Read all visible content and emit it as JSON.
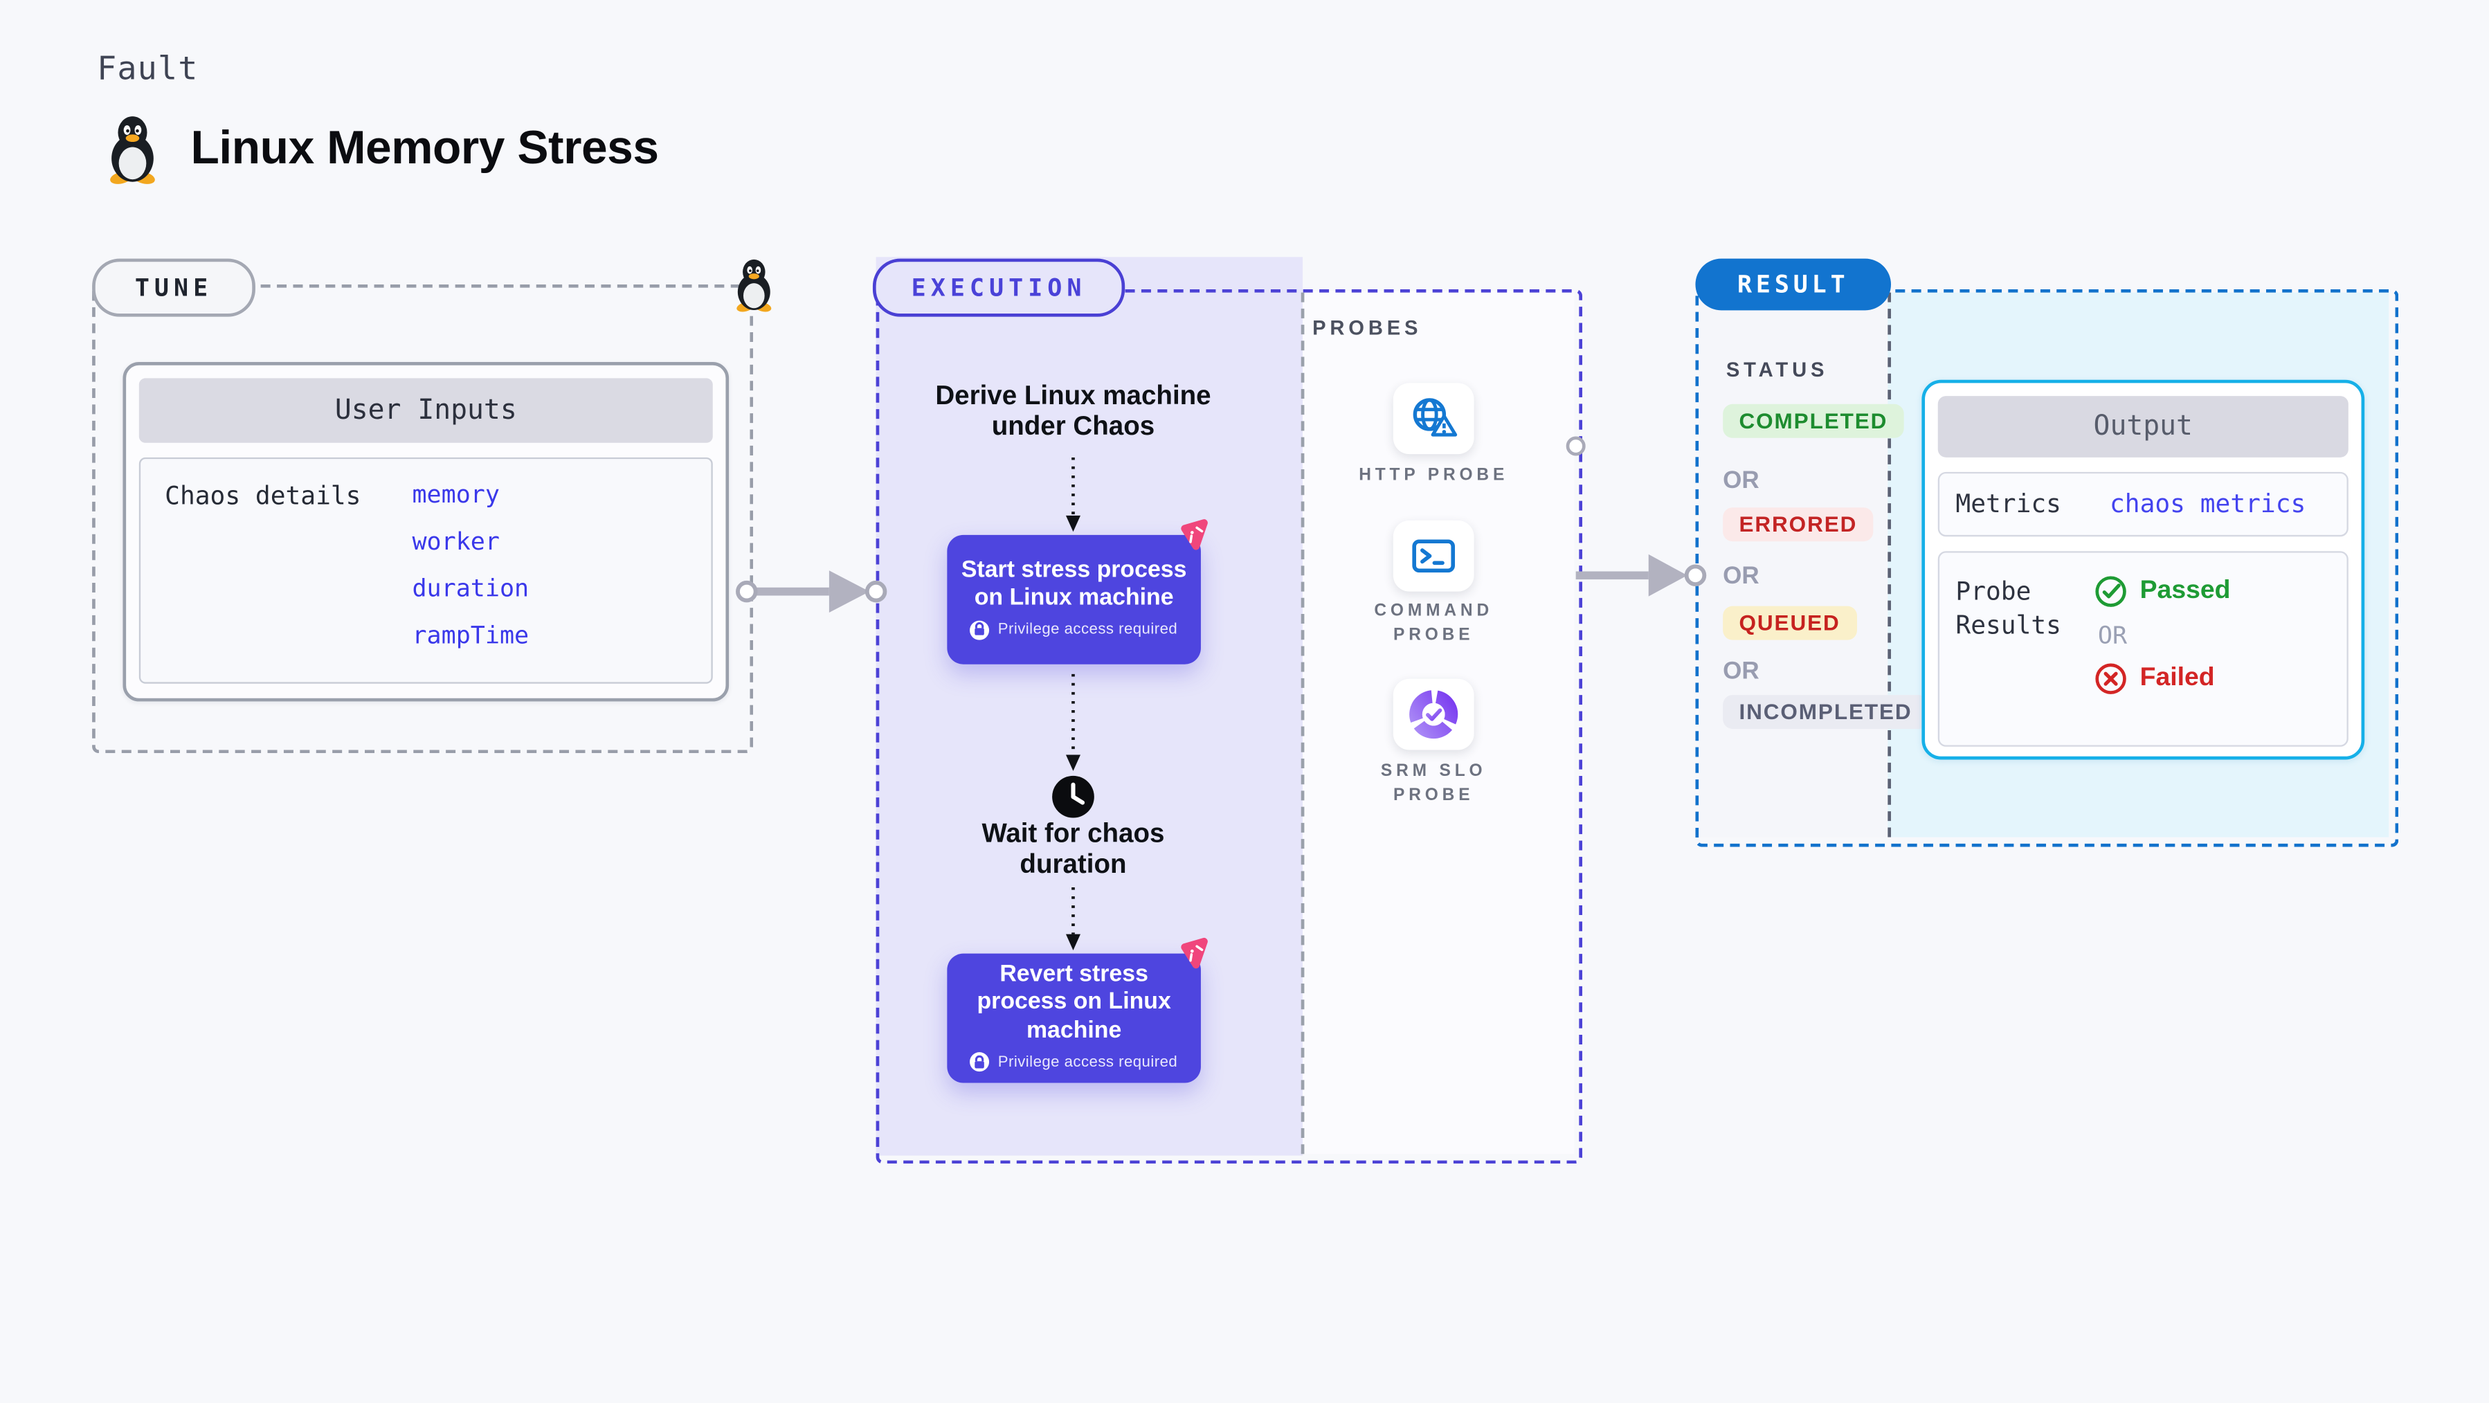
{
  "header": {
    "kicker": "Fault",
    "title": "Linux Memory Stress"
  },
  "tune": {
    "label": "TUNE",
    "card_title": "User Inputs",
    "row_label": "Chaos details",
    "values": [
      "memory",
      "worker",
      "duration",
      "rampTime"
    ]
  },
  "execution": {
    "label": "EXECUTION",
    "derive_text": "Derive Linux machine under Chaos",
    "start_text": "Start stress process on Linux machine",
    "wait_text": "Wait for chaos duration",
    "revert_text": "Revert stress process on Linux machine",
    "privilege_text": "Privilege access required"
  },
  "probes": {
    "label": "PROBES",
    "items": [
      {
        "label": "HTTP PROBE",
        "icon": "globe-warning-icon"
      },
      {
        "label": "COMMAND PROBE",
        "icon": "terminal-icon"
      },
      {
        "label": "SRM SLO PROBE",
        "icon": "srm-slo-donut-icon"
      }
    ]
  },
  "result": {
    "label": "RESULT",
    "status_heading": "STATUS",
    "or": "OR",
    "badges": [
      {
        "label": "COMPLETED",
        "bg": "#def3dc",
        "text": "#1d8c2f"
      },
      {
        "label": "ERRORED",
        "bg": "#fbe9e9",
        "text": "#c32424"
      },
      {
        "label": "QUEUED",
        "bg": "#faf0ca",
        "text": "#c6221f"
      },
      {
        "label": "INCOMPLETED",
        "bg": "#eaebf2",
        "text": "#5a5f75"
      }
    ]
  },
  "output": {
    "title": "Output",
    "metrics_label": "Metrics",
    "metrics_value": "chaos metrics",
    "probe_results_label": "Probe Results",
    "passed_label": "Passed",
    "or": "OR",
    "failed_label": "Failed"
  },
  "colors": {
    "page_bg": "#f7f8fb",
    "step_indigo": "#4e45df",
    "execution_border": "#4c42d6",
    "lavender_fill": "#e6e5fa",
    "chaos_pink": "#f0467c",
    "result_blue": "#1274cf",
    "output_border": "#16b0e8",
    "cyan_fill": "#e4f5fc",
    "probe_icon_blue": "#1478d2",
    "srm_purple": "#7a3bf0",
    "value_blue": "#3a38ea",
    "passed_green": "#1e9b34",
    "failed_red": "#d32525",
    "arrow_gray": "#b2b2c0"
  }
}
